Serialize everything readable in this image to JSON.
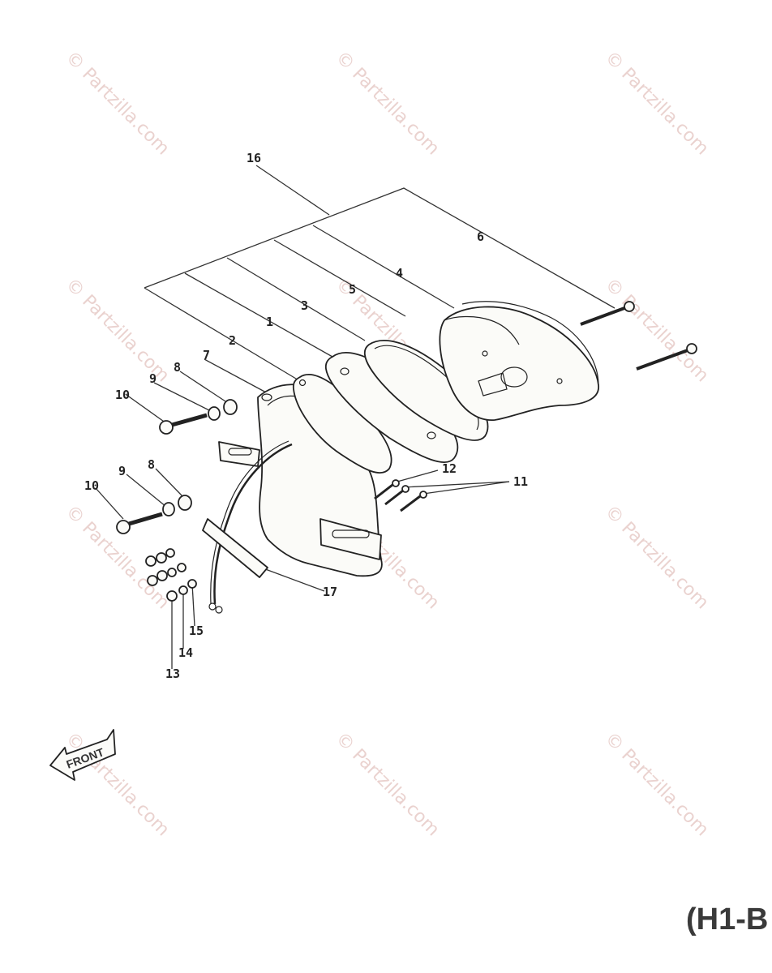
{
  "watermark": {
    "text": "© Partzilla.com"
  },
  "callouts": [
    "1",
    "2",
    "3",
    "4",
    "5",
    "6",
    "7",
    "8",
    "9",
    "10",
    "11",
    "12",
    "13",
    "14",
    "15",
    "16",
    "17"
  ],
  "front_arrow": {
    "label": "FRONT"
  },
  "page_code": "(H1-B"
}
